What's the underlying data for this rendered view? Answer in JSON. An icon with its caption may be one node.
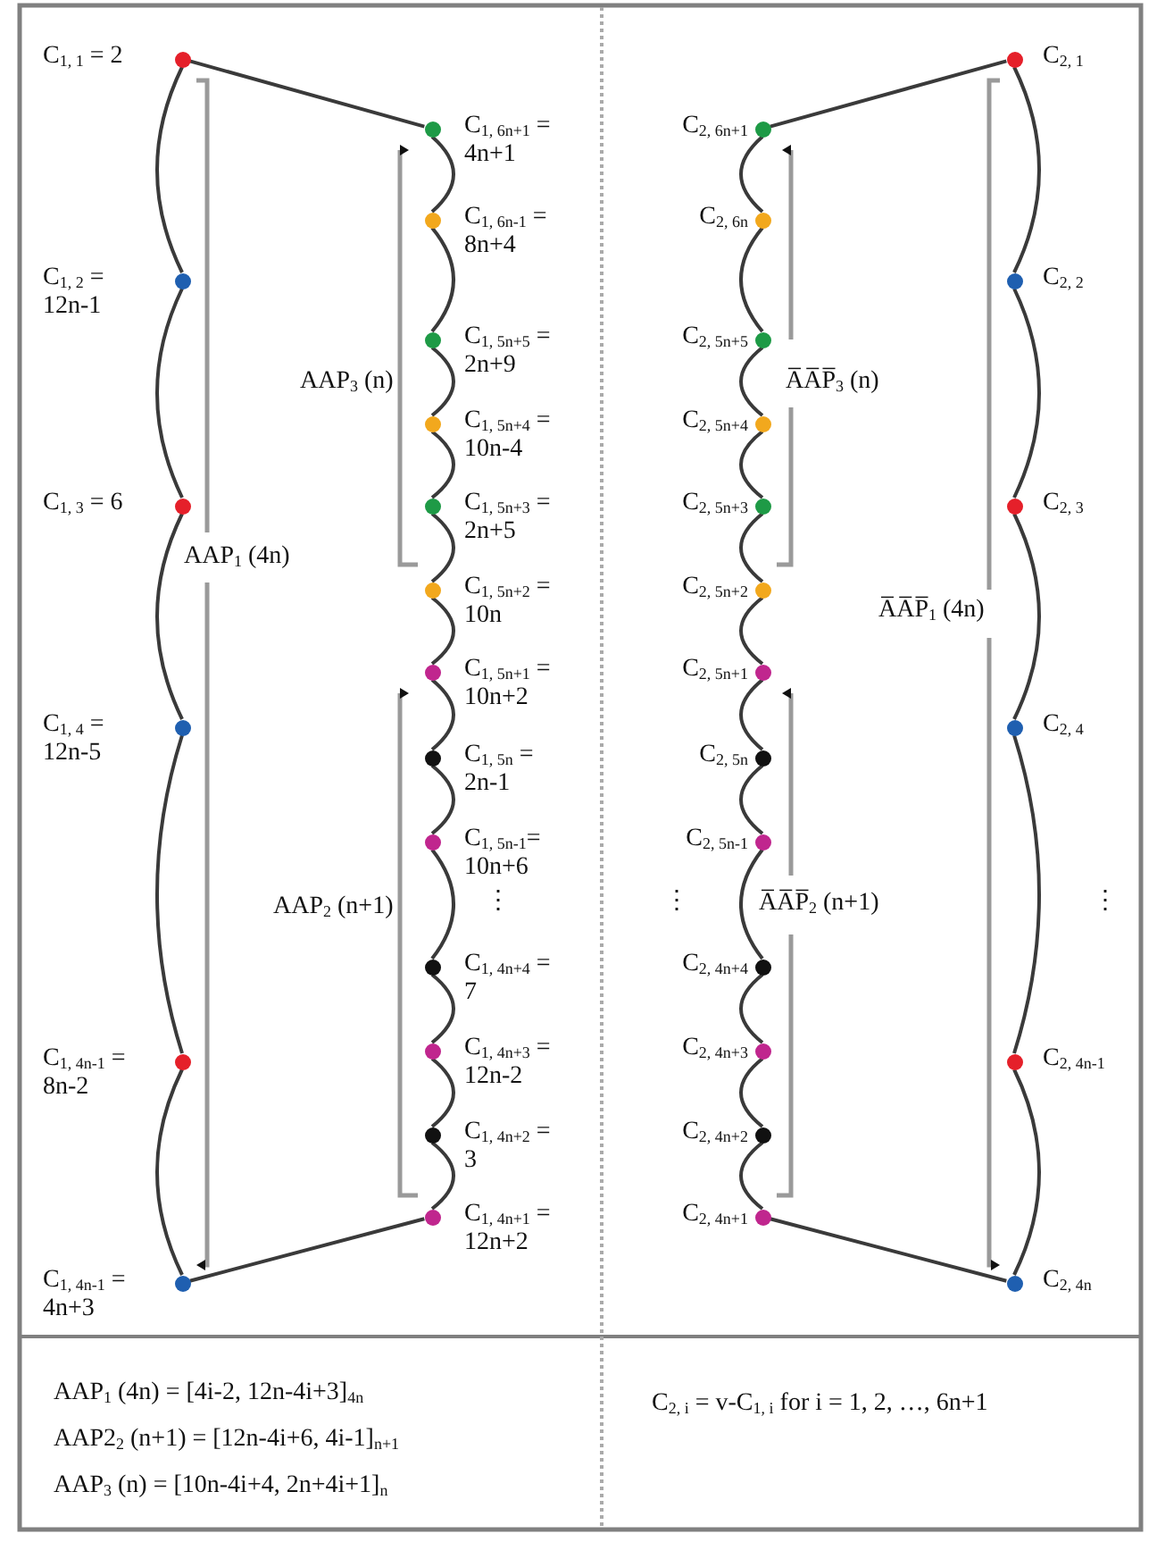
{
  "diagram": {
    "nodes": [
      {
        "text": [],
        "shape": "circle",
        "beside": [
          "C$_{1, 1}$ = 2"
        ]
      },
      {
        "text": [],
        "shape": "circle",
        "beside": [
          "C$_{1, 2}$ = 12n-1"
        ]
      },
      {
        "text": [],
        "shape": "circle",
        "beside": [
          "C$_{1, 3}$ = 6"
        ]
      },
      {
        "text": [],
        "shape": "circle",
        "beside": [
          "C$_{1, 4}$ = 12n-5"
        ]
      },
      {
        "text": [],
        "shape": "circle",
        "beside": [
          "C$_{1, 4n-1}$ = 8n-2"
        ]
      },
      {
        "text": [],
        "shape": "circle",
        "beside": [
          "C$_{1, 4n-1}$ = 4n+3"
        ]
      },
      {
        "text": [],
        "shape": "circle",
        "beside": [
          "C$_{1, 6n+1}$ = 4n+1"
        ]
      },
      {
        "text": [],
        "shape": "circle",
        "beside": [
          "C$_{1, 6n-1}$ = 8n+4"
        ]
      },
      {
        "text": [],
        "shape": "circle",
        "beside": [
          "C$_{1, 5n+5}$ = 2n+9"
        ]
      },
      {
        "text": [],
        "shape": "circle",
        "beside": [
          "C$_{1, 5n+4}$ = 10n-4"
        ]
      },
      {
        "text": [],
        "shape": "circle",
        "beside": [
          "C$_{1, 5n+3}$ = 2n+5"
        ]
      },
      {
        "text": [],
        "shape": "circle",
        "beside": [
          "C$_{1, 5n+2}$ = 10n"
        ]
      },
      {
        "text": [],
        "shape": "circle",
        "beside": [
          "C$_{1, 5n+1}$ = 10n+2"
        ]
      },
      {
        "text": [],
        "shape": "circle",
        "beside": [
          "C$_{1, 5n}$ = 2n-1"
        ]
      },
      {
        "text": [],
        "shape": "circle",
        "beside": [
          "C$_{1, 5n-1}$= 10n+6"
        ]
      },
      {
        "text": [],
        "shape": "circle",
        "beside": [
          "C$_{1, 4n+4}$ = 7"
        ]
      },
      {
        "text": [],
        "shape": "circle",
        "beside": [
          "C$_{1, 4n+3}$ = 12n-2"
        ]
      },
      {
        "text": [],
        "shape": "circle",
        "beside": [
          "C$_{1, 4n+2}$ = 3"
        ]
      },
      {
        "text": [],
        "shape": "circle",
        "beside": [
          "C$_{1, 4n+1}$ = 12n+2"
        ]
      },
      {
        "text": [],
        "shape": "circle",
        "beside": [
          "C$_{2, 6n+1}$"
        ]
      },
      {
        "text": [],
        "shape": "circle",
        "beside": [
          "C$_{2, 6n}$"
        ]
      },
      {
        "text": [],
        "shape": "circle",
        "beside": [
          "C$_{2, 5n+5}$"
        ]
      },
      {
        "text": [],
        "shape": "circle",
        "beside": [
          "C$_{2, 5n+4}$"
        ]
      },
      {
        "text": [],
        "shape": "circle",
        "beside": [
          "C$_{2, 5n+3}$"
        ]
      },
      {
        "text": [],
        "shape": "circle",
        "beside": [
          "C$_{2, 5n+2}$"
        ]
      },
      {
        "text": [],
        "shape": "circle",
        "beside": [
          "C$_{2, 5n+1}$"
        ]
      },
      {
        "text": [],
        "shape": "circle",
        "beside": [
          "C$_{2, 5n}$"
        ]
      },
      {
        "text": [],
        "shape": "circle",
        "beside": [
          "C$_{2, 5n-1}$"
        ]
      },
      {
        "text": [],
        "shape": "circle",
        "beside": [
          "C$_{2, 4n+4}$"
        ]
      },
      {
        "text": [],
        "shape": "circle",
        "beside": [
          "C$_{2, 4n+3}$"
        ]
      },
      {
        "text": [],
        "shape": "circle",
        "beside": [
          "C$_{2, 4n+2}$"
        ]
      },
      {
        "text": [],
        "shape": "circle",
        "beside": [
          "C$_{2, 4n+1}$"
        ]
      },
      {
        "text": [],
        "shape": "circle",
        "beside": [
          "C$_{2, 1}$"
        ]
      },
      {
        "text": [],
        "shape": "circle",
        "beside": [
          "C$_{2, 2}$"
        ]
      },
      {
        "text": [],
        "shape": "circle",
        "beside": [
          "C$_{2, 3}$"
        ]
      },
      {
        "text": [],
        "shape": "circle",
        "beside": [
          "C$_{2, 4}$"
        ]
      },
      {
        "text": [],
        "shape": "circle",
        "beside": [
          "C$_{2, 4n-1}$"
        ]
      },
      {
        "text": [],
        "shape": "circle",
        "beside": [
          "C$_{2, 4n}$"
        ]
      }
    ],
    "edges": [
      {
        "from": 0,
        "to": 1,
        "arrow": "none"
      },
      {
        "from": 1,
        "to": 2,
        "arrow": "none"
      },
      {
        "from": 2,
        "to": 3,
        "arrow": "none"
      },
      {
        "from": 3,
        "to": 4,
        "arrow": "none"
      },
      {
        "from": 4,
        "to": 5,
        "arrow": "none"
      },
      {
        "from": 5,
        "to": 18,
        "arrow": "none"
      },
      {
        "from": 18,
        "to": 17,
        "arrow": "none"
      },
      {
        "from": 17,
        "to": 16,
        "arrow": "none"
      },
      {
        "from": 16,
        "to": 15,
        "arrow": "none"
      },
      {
        "from": 15,
        "to": 14,
        "arrow": "none"
      },
      {
        "from": 14,
        "to": 13,
        "arrow": "none"
      },
      {
        "from": 13,
        "to": 12,
        "arrow": "none"
      },
      {
        "from": 12,
        "to": 11,
        "arrow": "none"
      },
      {
        "from": 11,
        "to": 10,
        "arrow": "none"
      },
      {
        "from": 10,
        "to": 9,
        "arrow": "none"
      },
      {
        "from": 9,
        "to": 8,
        "arrow": "none"
      },
      {
        "from": 8,
        "to": 7,
        "arrow": "none"
      },
      {
        "from": 7,
        "to": 6,
        "arrow": "none"
      },
      {
        "from": 6,
        "to": 0,
        "arrow": "none"
      },
      {
        "from": 32,
        "to": 33,
        "arrow": "none"
      },
      {
        "from": 33,
        "to": 34,
        "arrow": "none"
      },
      {
        "from": 34,
        "to": 35,
        "arrow": "none"
      },
      {
        "from": 35,
        "to": 36,
        "arrow": "none"
      },
      {
        "from": 36,
        "to": 37,
        "arrow": "none"
      },
      {
        "from": 37,
        "to": 31,
        "arrow": "none"
      },
      {
        "from": 31,
        "to": 30,
        "arrow": "none"
      },
      {
        "from": 30,
        "to": 29,
        "arrow": "none"
      },
      {
        "from": 29,
        "to": 28,
        "arrow": "none"
      },
      {
        "from": 28,
        "to": 27,
        "arrow": "none"
      },
      {
        "from": 27,
        "to": 26,
        "arrow": "none"
      },
      {
        "from": 26,
        "to": 25,
        "arrow": "none"
      },
      {
        "from": 25,
        "to": 24,
        "arrow": "none"
      },
      {
        "from": 24,
        "to": 23,
        "arrow": "none"
      },
      {
        "from": 23,
        "to": 22,
        "arrow": "none"
      },
      {
        "from": 22,
        "to": 21,
        "arrow": "none"
      },
      {
        "from": 21,
        "to": 20,
        "arrow": "none"
      },
      {
        "from": 20,
        "to": 19,
        "arrow": "none"
      },
      {
        "from": 19,
        "to": 32,
        "arrow": "none"
      }
    ],
    "labels": [
      "AAP$_{3}$ (n)",
      "AAP$_{1}$ (4n)",
      "AAP$_{2}$ (n+1)",
      "⋮",
      "A̅A̅P̅$_{3}$ (n)",
      "A̅A̅P̅$_{1}$ (4n)",
      "A̅A̅P̅$_{2}$ (n+1)",
      "⋮",
      "⋮",
      "AAP$_{1}$ (4n) = [4i-2, 12n-4i+3]$_{4n}$",
      "AAP2$_{2}$ (n+1) = [12n-4i+6, 4i-1]$_{n+1}$",
      "AAP$_{3}$ (n) = [10n-4i+4, 2n+4i+1]$_{n}$",
      "C$_{2, i}$ = v-C$_{1, i}$ for i = 1, 2, …, 6n+1"
    ]
  }
}
